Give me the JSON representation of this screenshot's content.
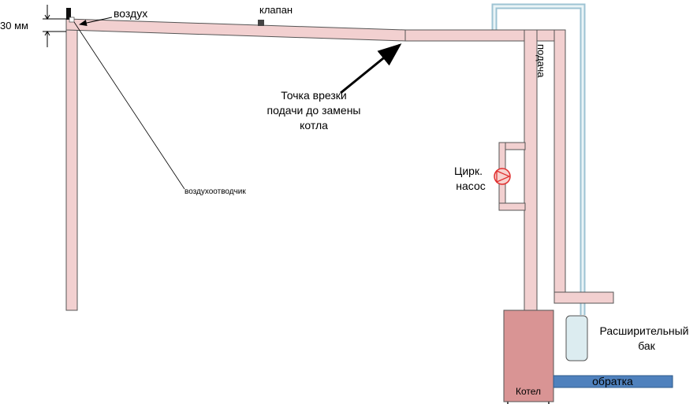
{
  "labels": {
    "dimension": "30 мм",
    "air": "воздух",
    "valve": "клапан",
    "air_vent": "воздухоотводчик",
    "tie_in_line1": "Точка врезки",
    "tie_in_line2": "подачи до замены",
    "tie_in_line3": "котла",
    "supply": "подача",
    "pump_line1": "Цирк.",
    "pump_line2": "насос",
    "tank_line1": "Расширительный",
    "tank_line2": "бак",
    "boiler": "Котел",
    "return": "обратка"
  },
  "colors": {
    "pipe_fill": "#f2d0d0",
    "pipe_stroke": "#555555",
    "boiler_fill": "#d99494",
    "tank_fill": "#dcecf0",
    "return_fill": "#4f81bd",
    "expansion_line": "#9dc3d3",
    "pump_fill": "#f7d2cf",
    "pump_stroke": "#e03030"
  }
}
